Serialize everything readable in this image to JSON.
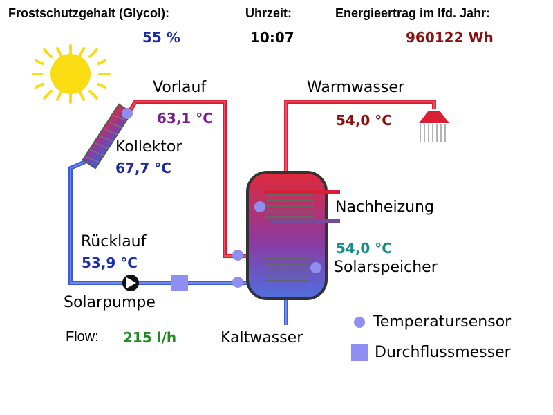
{
  "header": {
    "glycol_label": "Frostschutzgehalt (Glycol):",
    "glycol_value": "55 %",
    "time_label": "Uhrzeit:",
    "time_value": "10:07",
    "energy_label": "Energieertrag im lfd. Jahr:",
    "energy_value": "960122 Wh"
  },
  "labels": {
    "vorlauf": "Vorlauf",
    "warmwasser": "Warmwasser",
    "kollektor": "Kollektor",
    "nachheizung": "Nachheizung",
    "ruecklauf": "Rücklauf",
    "solarspeicher": "Solarspeicher",
    "solarpumpe": "Solarpumpe",
    "kaltwasser": "Kaltwasser",
    "flow_label": "Flow:"
  },
  "readings": {
    "vorlauf_temp": "63,1 °C",
    "warmwasser_temp": "54,0 °C",
    "kollektor_temp": "67,7 °C",
    "speicher_temp": "54,0 °C",
    "ruecklauf_temp": "53,9 °C",
    "flow_value": "215 l/h"
  },
  "legend": {
    "sensor": "Temperatursensor",
    "flowmeter": "Durchflussmesser"
  },
  "colors": {
    "hot_pipe": "#e8253a",
    "cold_pipe": "#5b78e0",
    "sensor": "#8f8ff2",
    "sun": "#f9dc12",
    "glycol_value": "#1c2eb0",
    "energy_value": "#8a1010",
    "vorlauf_temp": "#7a1f8c",
    "warmwasser_temp": "#8a1010",
    "kollektor_temp": "#1c2a9c",
    "speicher_temp": "#178a8a",
    "ruecklauf_temp": "#1c2eb0",
    "flow_value": "#1d8a1d"
  }
}
